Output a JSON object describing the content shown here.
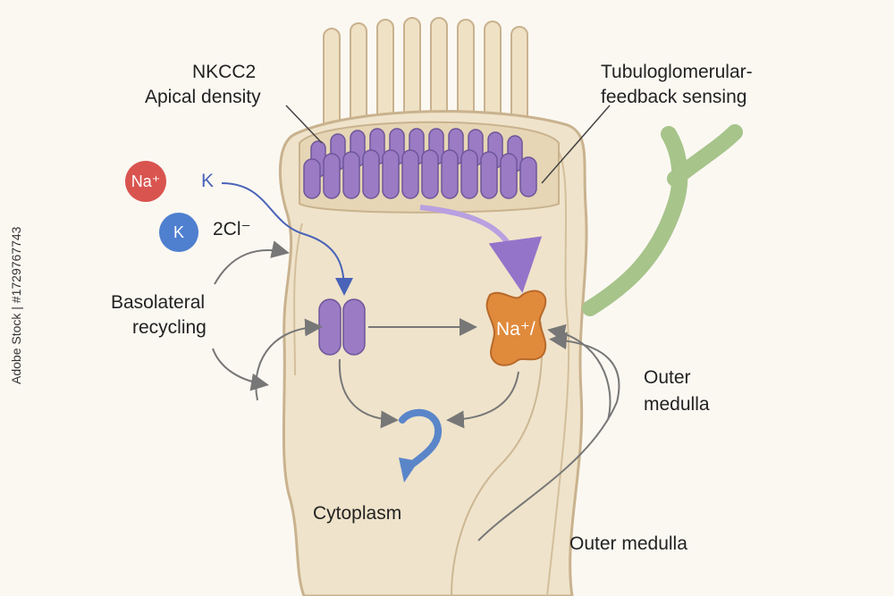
{
  "labels": {
    "nkcc2": "NKCC2",
    "apical_density": "Apical density",
    "tgf_line1": "Tubuloglomerular-",
    "tgf_line2": "feedback sensing",
    "ion_k": "K",
    "ion_2cl": "2Cl⁻",
    "basolateral_line1": "Basolateral",
    "basolateral_line2": "recycling",
    "outer_medulla_line1": "Outer",
    "outer_medulla_line2": "medulla",
    "outer_medulla_bottom": "Outer medulla",
    "cytoplasm": "Cytoplasm"
  },
  "ions": {
    "na_badge": "Na⁺",
    "k_badge": "K",
    "pump_label": "Na⁺/"
  },
  "watermark": "Adobe Stock | #1729767743",
  "colors": {
    "cell_fill": "#efe3cb",
    "cell_outline": "#c9b28e",
    "channel_purple": "#9a7bc4",
    "pump_orange": "#e08a3c",
    "na_red": "#d9544f",
    "k_blue": "#4f7fcf",
    "vessel_green": "#a7c48b",
    "arrow_gray": "#777777",
    "arrow_purple": "#a98ad4",
    "arrow_blue": "#4a63b8"
  }
}
